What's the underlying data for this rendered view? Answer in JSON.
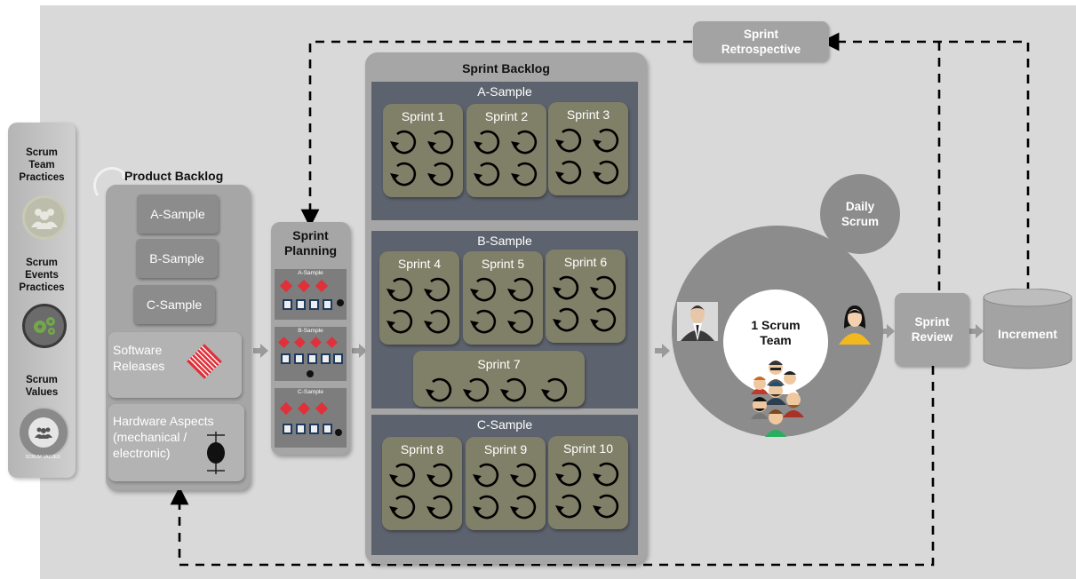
{
  "left_column": {
    "team_practices": "Scrum\nTeam\nPractices",
    "events_practices": "Scrum\nEvents\nPractices",
    "values": "Scrum\nValues",
    "values_ring_text": "SCRUM VALUES"
  },
  "product_backlog": {
    "title": "Product Backlog",
    "items": [
      "A-Sample",
      "B-Sample",
      "C-Sample"
    ],
    "software": "Software\nReleases",
    "hardware": "Hardware Aspects\n(mechanical /\nelectronic)"
  },
  "sprint_planning": {
    "title": "Sprint\nPlanning",
    "panels": [
      "A-Sample",
      "B-Sample",
      "C-Sample"
    ]
  },
  "sprint_backlog": {
    "title": "Sprint Backlog",
    "samples": [
      {
        "name": "A-Sample",
        "sprints": [
          "Sprint 1",
          "Sprint 2",
          "Sprint 3"
        ]
      },
      {
        "name": "B-Sample",
        "sprints": [
          "Sprint 4",
          "Sprint 5",
          "Sprint 6"
        ],
        "extra": "Sprint 7"
      },
      {
        "name": "C-Sample",
        "sprints": [
          "Sprint 8",
          "Sprint 9",
          "Sprint 10"
        ]
      }
    ]
  },
  "retrospective": "Sprint\nRetrospective",
  "daily_scrum": "Daily\nScrum",
  "team": "1 Scrum\nTeam",
  "review": "Sprint\nReview",
  "increment": "Increment",
  "colors": {
    "background": "#d9d9d9",
    "panel": "#5d636e",
    "sprint_card": "#808069",
    "box": "#a6a6a6",
    "accent_red": "#e0303a"
  }
}
